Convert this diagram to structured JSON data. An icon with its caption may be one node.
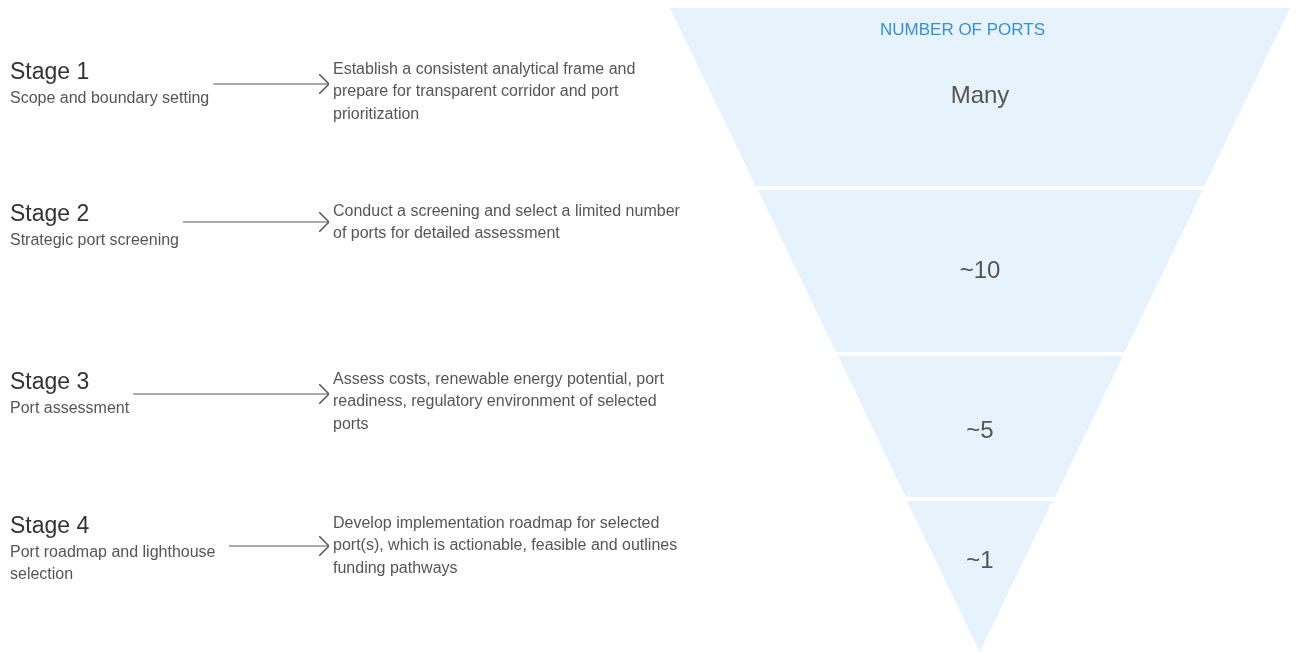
{
  "diagram": {
    "nodes": [
      {
        "text": [
          "Stage 1",
          "Scope and boundary setting"
        ]
      },
      {
        "text": [
          "Establish a consistent analytical frame and prepare for transparent corridor and port prioritization"
        ]
      },
      {
        "text": [
          "Stage 2",
          "Strategic port screening"
        ]
      },
      {
        "text": [
          "Conduct a screening and select a limited number of ports for detailed assessment"
        ]
      },
      {
        "text": [
          "Stage 3",
          "Port assessment"
        ]
      },
      {
        "text": [
          "Assess costs, renewable energy potential, port readiness, regulatory environment of selected ports"
        ]
      },
      {
        "text": [
          "Stage 4",
          "Port roadmap and lighthouse selection"
        ]
      },
      {
        "text": [
          "Develop implementation roadmap for selected port(s), which is actionable, feasible and outlines funding pathways"
        ]
      },
      {
        "text": [
          "Many"
        ]
      },
      {
        "text": [
          "~10"
        ]
      },
      {
        "text": [
          "~5"
        ]
      },
      {
        "text": [
          "~1"
        ]
      }
    ],
    "edges": [
      {
        "from": 0,
        "to": 1,
        "arrow": "to"
      },
      {
        "from": 2,
        "to": 3,
        "arrow": "to"
      },
      {
        "from": 4,
        "to": 5,
        "arrow": "to"
      },
      {
        "from": 6,
        "to": 7,
        "arrow": "to"
      }
    ],
    "labels": [
      "NUMBER OF PORTS"
    ]
  }
}
